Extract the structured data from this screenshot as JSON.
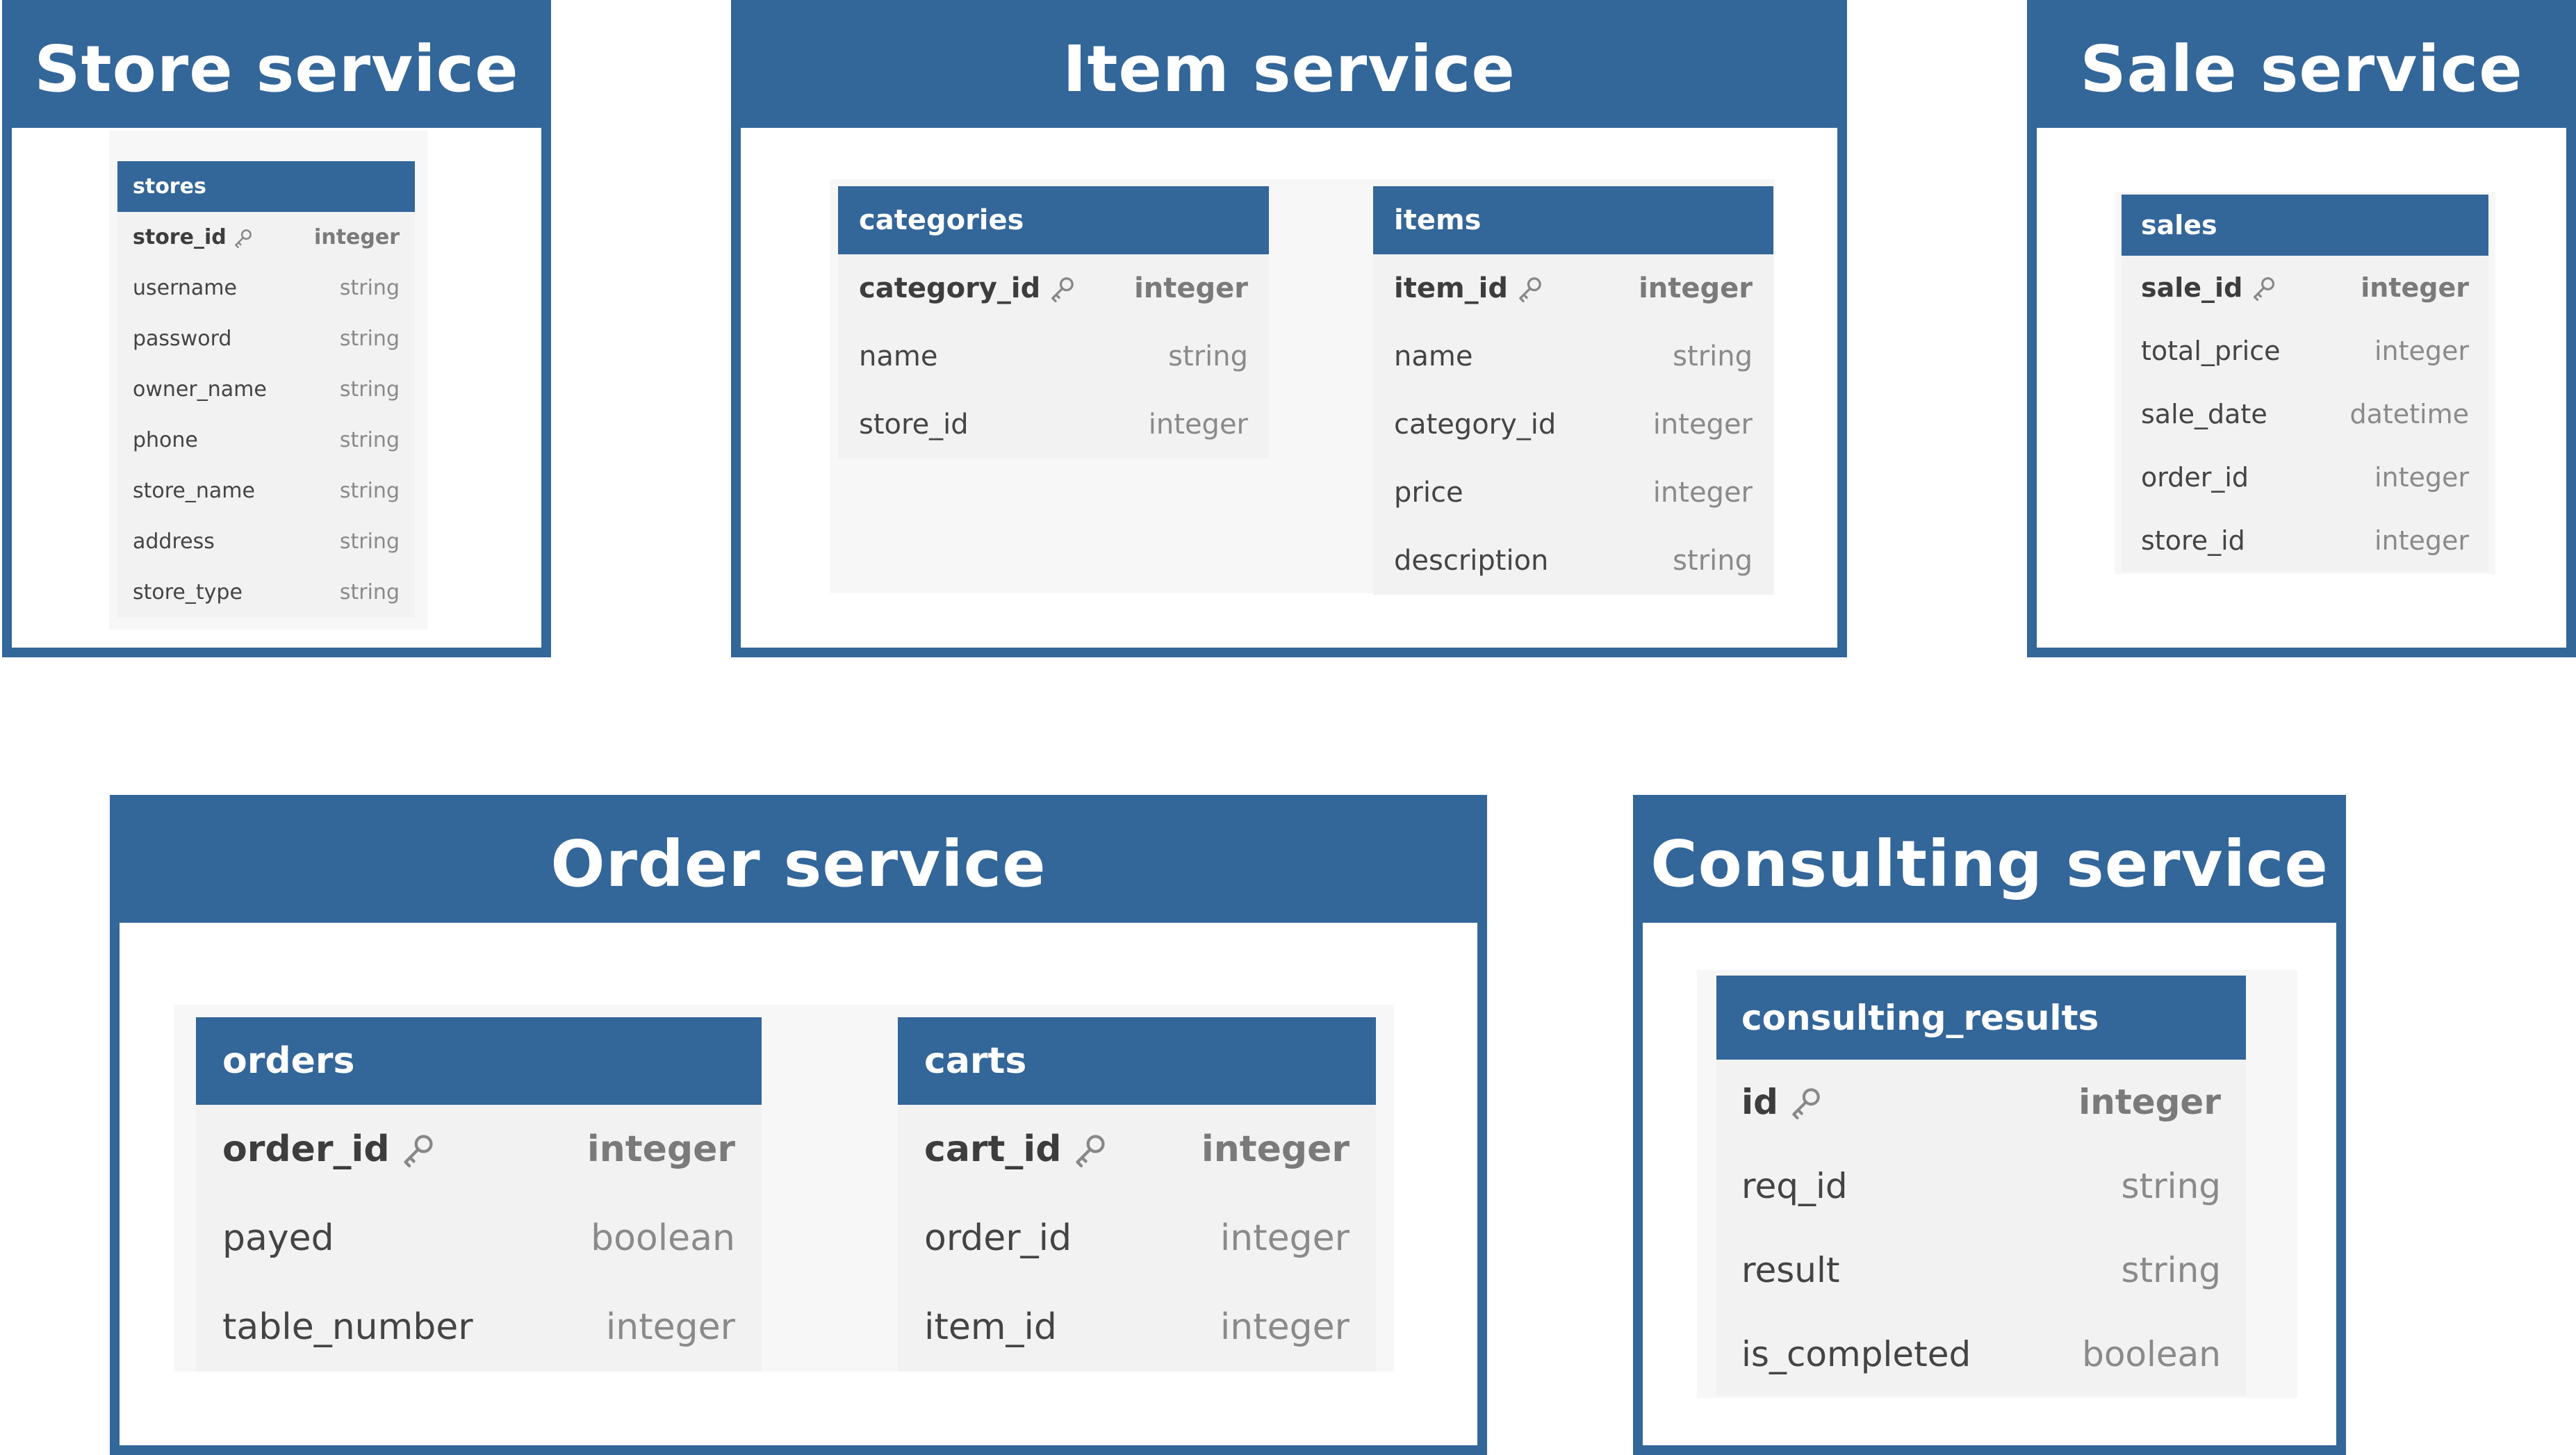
{
  "services": {
    "store": {
      "title": "Store service",
      "tables": {
        "stores": {
          "name": "stores",
          "columns": [
            {
              "name": "store_id",
              "type": "integer"
            },
            {
              "name": "username",
              "type": "string"
            },
            {
              "name": "password",
              "type": "string"
            },
            {
              "name": "owner_name",
              "type": "string"
            },
            {
              "name": "phone",
              "type": "string"
            },
            {
              "name": "store_name",
              "type": "string"
            },
            {
              "name": "address",
              "type": "string"
            },
            {
              "name": "store_type",
              "type": "string"
            }
          ]
        }
      }
    },
    "item": {
      "title": "Item service",
      "tables": {
        "categories": {
          "name": "categories",
          "columns": [
            {
              "name": "category_id",
              "type": "integer"
            },
            {
              "name": "name",
              "type": "string"
            },
            {
              "name": "store_id",
              "type": "integer"
            }
          ]
        },
        "items": {
          "name": "items",
          "columns": [
            {
              "name": "item_id",
              "type": "integer"
            },
            {
              "name": "name",
              "type": "string"
            },
            {
              "name": "category_id",
              "type": "integer"
            },
            {
              "name": "price",
              "type": "integer"
            },
            {
              "name": "description",
              "type": "string"
            }
          ]
        }
      }
    },
    "sale": {
      "title": "Sale service",
      "tables": {
        "sales": {
          "name": "sales",
          "columns": [
            {
              "name": "sale_id",
              "type": "integer"
            },
            {
              "name": "total_price",
              "type": "integer"
            },
            {
              "name": "sale_date",
              "type": "datetime"
            },
            {
              "name": "order_id",
              "type": "integer"
            },
            {
              "name": "store_id",
              "type": "integer"
            }
          ]
        }
      }
    },
    "order": {
      "title": "Order service",
      "tables": {
        "orders": {
          "name": "orders",
          "columns": [
            {
              "name": "order_id",
              "type": "integer"
            },
            {
              "name": "payed",
              "type": "boolean"
            },
            {
              "name": "table_number",
              "type": "integer"
            }
          ]
        },
        "carts": {
          "name": "carts",
          "columns": [
            {
              "name": "cart_id",
              "type": "integer"
            },
            {
              "name": "order_id",
              "type": "integer"
            },
            {
              "name": "item_id",
              "type": "integer"
            }
          ]
        }
      }
    },
    "consulting": {
      "title": "Consulting service",
      "tables": {
        "consulting_results": {
          "name": "consulting_results",
          "columns": [
            {
              "name": "id",
              "type": "integer"
            },
            {
              "name": "req_id",
              "type": "string"
            },
            {
              "name": "result",
              "type": "string"
            },
            {
              "name": "is_completed",
              "type": "boolean"
            }
          ]
        }
      }
    }
  },
  "colors": {
    "service_blue": "#336699",
    "table_body": "#f2f2f2",
    "type_text": "#8a8a8a"
  },
  "icons": {
    "primary_key": "key-icon"
  }
}
